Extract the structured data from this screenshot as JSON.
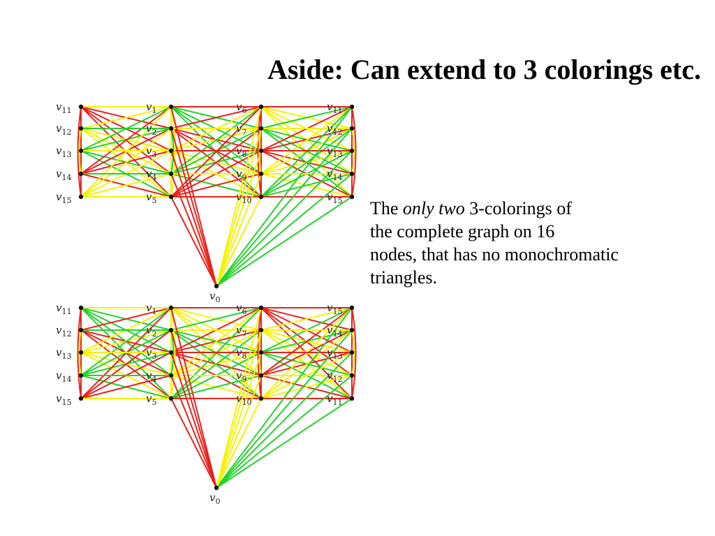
{
  "title": "Aside: Can extend to 3 colorings etc.",
  "caption": {
    "line1_prefix": "The",
    "line1_em": "only two",
    "line1_suffix": "3-colorings of",
    "line2": "the complete graph on 16",
    "line3": "nodes, that has no monochromatic",
    "line4": "triangles."
  },
  "colors": {
    "red": "#e8221c",
    "green": "#22d32a",
    "yellow": "#f5f20a",
    "vertex": "#111111"
  },
  "diagrams": [
    {
      "columns": [
        [
          "11",
          "12",
          "13",
          "14",
          "15"
        ],
        [
          "1",
          "2",
          "3",
          "4",
          "5"
        ],
        [
          "6",
          "7",
          "8",
          "9",
          "10"
        ],
        [
          "11",
          "12",
          "13",
          "14",
          "15"
        ]
      ],
      "apex": "0"
    },
    {
      "columns": [
        [
          "11",
          "12",
          "13",
          "14",
          "15"
        ],
        [
          "1",
          "2",
          "3",
          "4",
          "5"
        ],
        [
          "6",
          "7",
          "8",
          "9",
          "10"
        ],
        [
          "15",
          "14",
          "13",
          "12",
          "11"
        ]
      ],
      "apex": "0"
    }
  ]
}
